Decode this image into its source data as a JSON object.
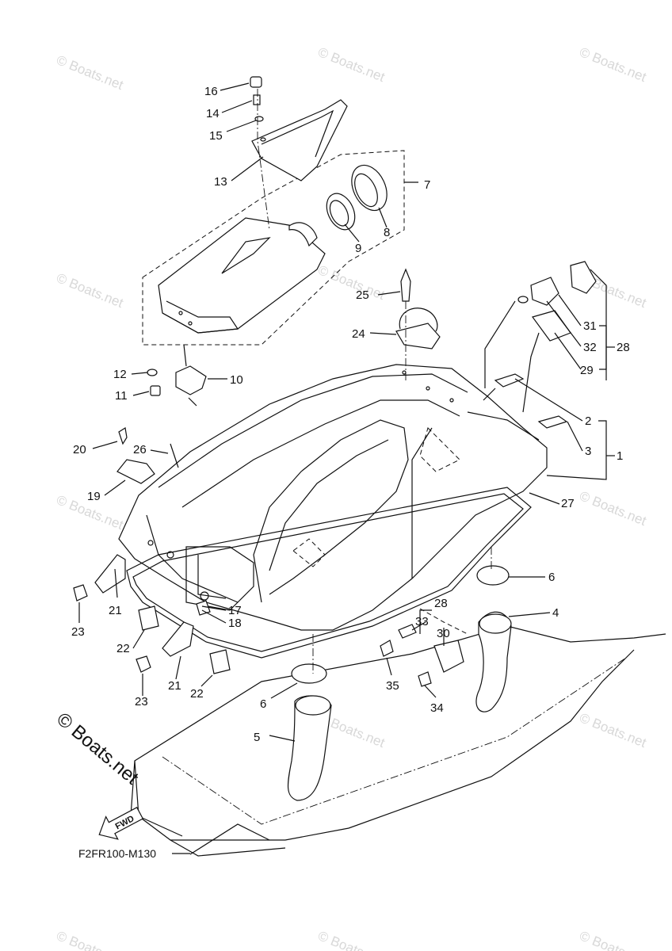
{
  "watermark": "© Boats.net",
  "diagram_code": "F2FR100-M130",
  "fwd_label": "FWD",
  "callouts": {
    "c1": "1",
    "c2": "2",
    "c3": "3",
    "c4": "4",
    "c5": "5",
    "c6a": "6",
    "c6b": "6",
    "c7": "7",
    "c8": "8",
    "c9": "9",
    "c10": "10",
    "c11": "11",
    "c12": "12",
    "c13": "13",
    "c14": "14",
    "c15": "15",
    "c16": "16",
    "c17": "17",
    "c18": "18",
    "c19": "19",
    "c20": "20",
    "c21a": "21",
    "c21b": "21",
    "c22a": "22",
    "c22b": "22",
    "c23a": "23",
    "c23b": "23",
    "c24": "24",
    "c25": "25",
    "c26": "26",
    "c27": "27",
    "c28a": "28",
    "c28b": "28",
    "c29": "29",
    "c30": "30",
    "c31": "31",
    "c32": "32",
    "c33": "33",
    "c34": "34",
    "c35": "35"
  }
}
